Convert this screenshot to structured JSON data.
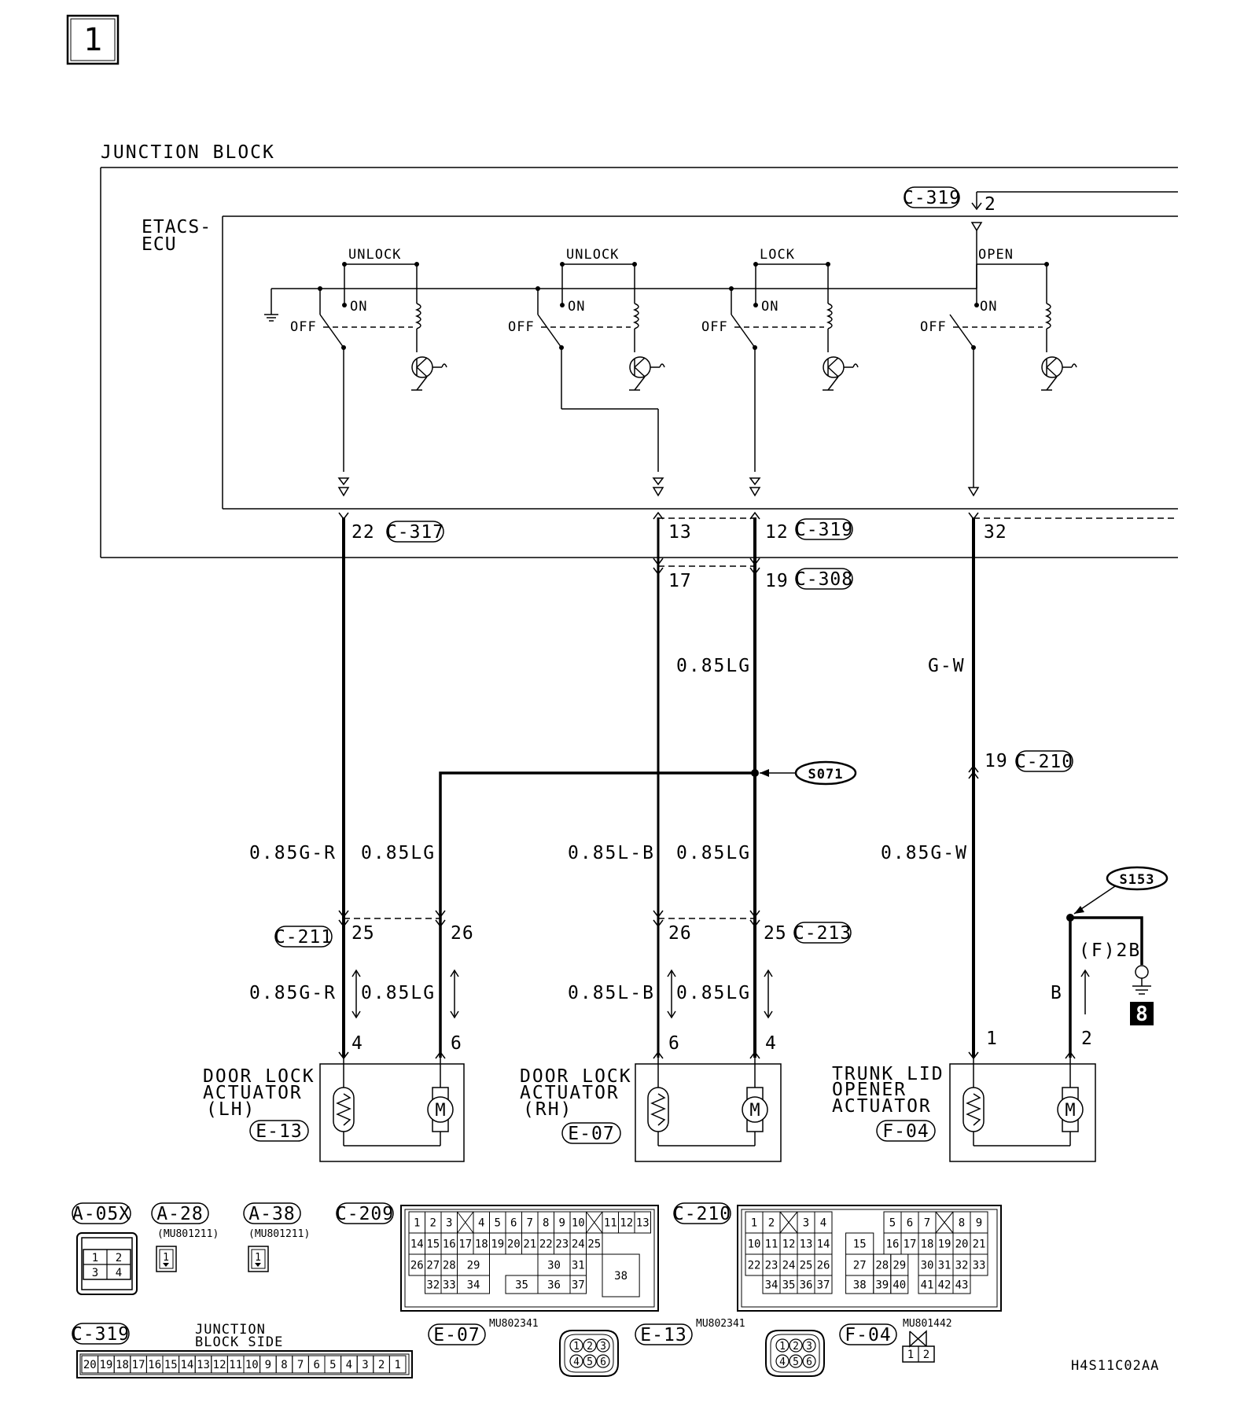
{
  "page_number": "1",
  "figure_code": "H4S11C02AA",
  "junction_block": {
    "label": "JUNCTION BLOCK",
    "ecu_label_1": "ETACS-",
    "ecu_label_2": "ECU",
    "top_connector": "C-319",
    "top_pin": "2",
    "relays": [
      {
        "name": "UNLOCK",
        "on": "ON",
        "off": "OFF"
      },
      {
        "name": "UNLOCK",
        "on": "ON",
        "off": "OFF"
      },
      {
        "name": "LOCK",
        "on": "ON",
        "off": "OFF"
      },
      {
        "name": "OPEN",
        "on": "ON",
        "off": "OFF"
      }
    ]
  },
  "connectors": {
    "c317": {
      "pin": "22",
      "name": "C-317"
    },
    "c319": {
      "pin_a": "13",
      "pin_b": "12",
      "name": "C-319"
    },
    "c319_32": "32",
    "c308": {
      "pin_a": "17",
      "pin_b": "19",
      "name": "C-308"
    },
    "c210": {
      "pin": "19",
      "name": "C-210"
    },
    "c211": {
      "name": "C-211",
      "pin_a": "25",
      "pin_b": "26"
    },
    "c213": {
      "name": "C-213",
      "pin_a": "26",
      "pin_b": "25"
    }
  },
  "splices": {
    "s071": "S071",
    "s153": "S153"
  },
  "wires": {
    "lg_upper": "0.85LG",
    "gw_upper": "G-W",
    "gr_1": "0.85G-R",
    "lg_1": "0.85LG",
    "lb_1": "0.85L-B",
    "lg_2": "0.85LG",
    "gw_1": "0.85G-W",
    "gr_2": "0.85G-R",
    "lg_3": "0.85LG",
    "lb_2": "0.85L-B",
    "lg_4": "0.85LG",
    "b": "B",
    "ground_ref": "(F)2B",
    "ground_no": "8"
  },
  "actuators": [
    {
      "line1": "DOOR LOCK",
      "line2": "ACTUATOR",
      "line3": "(LH)",
      "code": "E-13",
      "pin_a": "4",
      "pin_b": "6"
    },
    {
      "line1": "DOOR LOCK",
      "line2": "ACTUATOR",
      "line3": "(RH)",
      "code": "E-07",
      "pin_a": "6",
      "pin_b": "4"
    },
    {
      "line1": "TRUNK LID",
      "line2": "OPENER",
      "line3": "ACTUATOR",
      "code": "F-04",
      "pin_a": "1",
      "pin_b": "2"
    }
  ],
  "connector_views": {
    "a05x": {
      "name": "A-05X",
      "pins": [
        "1",
        "2",
        "3",
        "4"
      ]
    },
    "a28": {
      "name": "A-28",
      "part": "(MU801211)",
      "pin": "1"
    },
    "a38": {
      "name": "A-38",
      "part": "(MU801211)",
      "pin": "1"
    },
    "c209": {
      "name": "C-209",
      "row1": [
        "1",
        "2",
        "3",
        "",
        "4",
        "5",
        "6",
        "7",
        "8",
        "9",
        "10",
        "",
        "11",
        "12",
        "13"
      ],
      "row2": [
        "14",
        "15",
        "16",
        "17",
        "18",
        "19",
        "20",
        "21",
        "22",
        "23",
        "24",
        "25"
      ],
      "row3": [
        "26",
        "27",
        "28",
        "29",
        "30",
        "31",
        "38"
      ],
      "row4": [
        "32",
        "33",
        "34",
        "35",
        "36",
        "37"
      ]
    },
    "c210": {
      "name": "C-210",
      "row1": [
        "1",
        "2",
        "",
        "3",
        "4",
        "5",
        "6",
        "7",
        "",
        "8",
        "9"
      ],
      "row2": [
        "10",
        "11",
        "12",
        "13",
        "14",
        "15",
        "16",
        "17",
        "18",
        "19",
        "20",
        "21"
      ],
      "row3": [
        "22",
        "23",
        "24",
        "25",
        "26",
        "27",
        "28",
        "29",
        "30",
        "31",
        "32",
        "33"
      ],
      "row4": [
        "34",
        "35",
        "36",
        "37",
        "38",
        "39",
        "40",
        "41",
        "42",
        "43"
      ]
    },
    "c319": {
      "name": "C-319",
      "side_1": "JUNCTION",
      "side_2": "BLOCK SIDE",
      "pins": [
        "20",
        "19",
        "18",
        "17",
        "16",
        "15",
        "14",
        "13",
        "12",
        "11",
        "10",
        "9",
        "8",
        "7",
        "6",
        "5",
        "4",
        "3",
        "2",
        "1"
      ]
    },
    "e07": {
      "name": "E-07",
      "part": "MU802341",
      "pins": [
        "1",
        "2",
        "3",
        "4",
        "5",
        "6"
      ]
    },
    "e13": {
      "name": "E-13",
      "part": "MU802341",
      "pins": [
        "1",
        "2",
        "3",
        "4",
        "5",
        "6"
      ]
    },
    "f04": {
      "name": "F-04",
      "part": "MU801442",
      "pins": [
        "1",
        "2"
      ]
    }
  }
}
